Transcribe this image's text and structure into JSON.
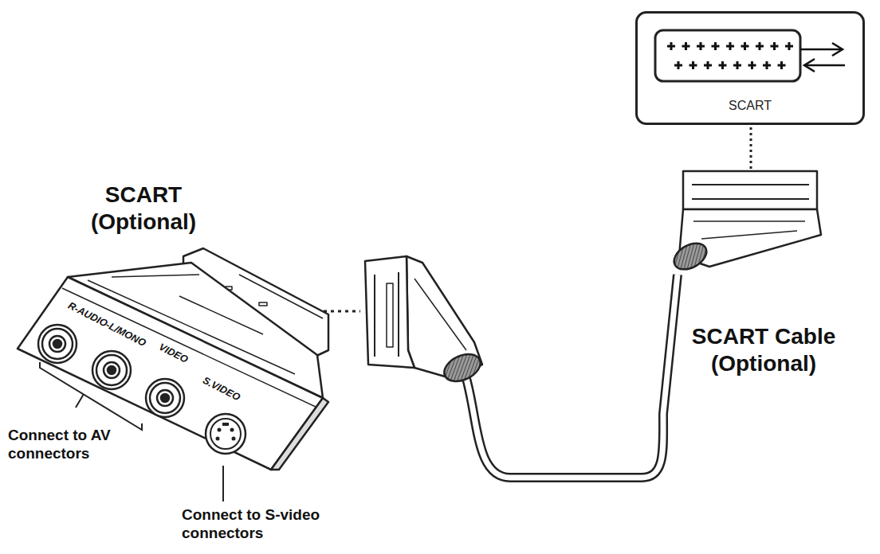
{
  "diagram": {
    "nodes": [
      {
        "text": [
          "SCART"
        ]
      }
    ],
    "labels": [
      "SCART (Optional)",
      "R-AUDIO-L/MONO",
      "VIDEO",
      "S.VIDEO",
      "Connect to AV connectors",
      "Connect to S-video connectors",
      "SCART Cable (Optional)"
    ]
  }
}
